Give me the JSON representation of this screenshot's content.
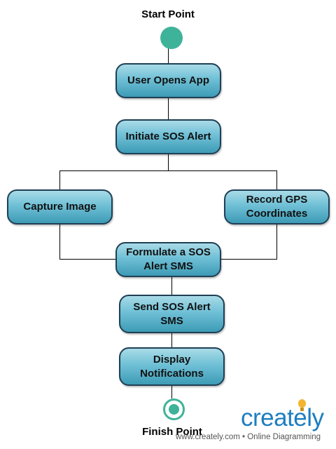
{
  "diagram": {
    "start_label": "Start Point",
    "finish_label": "Finish Point",
    "nodes": [
      {
        "id": "user-opens-app",
        "label": "User Opens App"
      },
      {
        "id": "initiate-sos-alert",
        "label": "Initiate SOS Alert"
      },
      {
        "id": "capture-image",
        "label": "Capture Image"
      },
      {
        "id": "record-gps",
        "label": "Record GPS\nCoordinates"
      },
      {
        "id": "formulate-sms",
        "label": "Formulate a SOS\nAlert SMS"
      },
      {
        "id": "send-sms",
        "label": "Send SOS Alert\nSMS"
      },
      {
        "id": "display-notifications",
        "label": "Display\nNotifications"
      }
    ],
    "colors": {
      "terminal": "#3fb39a",
      "node_fill": "#6fc0d6",
      "node_border": "#1f3f55",
      "edge": "#000000"
    }
  },
  "branding": {
    "logo_text": "creately",
    "tagline": "www.creately.com • Online Diagramming",
    "logo_color": "#1d7ec0",
    "bulb_color": "#f3b531"
  }
}
